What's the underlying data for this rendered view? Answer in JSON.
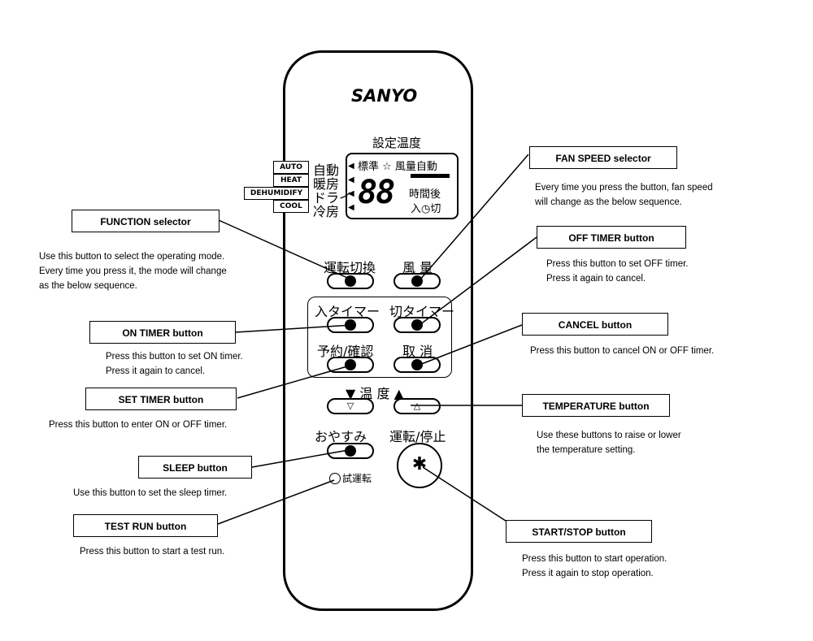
{
  "remote": {
    "brand": "SANYO",
    "lcd": {
      "title": "設定温度",
      "fan_row": "標準 ☆ 風量自動",
      "digits": "88",
      "hours": "時間後",
      "timer_icons": "入◷切",
      "modes_jp": [
        "自動",
        "暖房",
        "ドライ",
        "冷房"
      ]
    },
    "mode_labels": [
      "AUTO",
      "HEAT",
      "DEHUMIDIFY",
      "COOL"
    ],
    "buttons": {
      "function_jp": "運転切換",
      "fan_jp": "風 量",
      "on_timer_jp": "入タイマー",
      "off_timer_jp": "切タイマー",
      "set_timer_jp": "予約/確認",
      "cancel_jp": "取 消",
      "temperature_jp": "▼ 温 度 ▲",
      "sleep_jp": "おやすみ",
      "start_stop_jp": "運転/停止",
      "test_run_jp": "試運転"
    }
  },
  "callouts": {
    "function": {
      "label": "FUNCTION selector",
      "desc": [
        "Use this button to select the operating mode.",
        "Every time you press it, the mode will change",
        "as the below sequence."
      ]
    },
    "on_timer": {
      "label": "ON TIMER button",
      "desc": [
        "Press this button to set ON timer.",
        "Press it again to cancel."
      ]
    },
    "set_timer": {
      "label": "SET TIMER button",
      "desc": [
        "Press this button to enter ON or OFF timer."
      ]
    },
    "sleep": {
      "label": "SLEEP button",
      "desc": [
        "Use this button to set the sleep timer."
      ]
    },
    "test_run": {
      "label": "TEST RUN button",
      "desc": [
        "Press this button to start a test run."
      ]
    },
    "fan_speed": {
      "label": "FAN SPEED selector",
      "desc": [
        "Every time you press the button, fan speed",
        "will change as the below sequence."
      ]
    },
    "off_timer": {
      "label": "OFF TIMER button",
      "desc": [
        "Press this button to set OFF timer.",
        "Press it again to cancel."
      ]
    },
    "cancel": {
      "label": "CANCEL button",
      "desc": [
        "Press this button to cancel ON or OFF timer."
      ]
    },
    "temperature": {
      "label": "TEMPERATURE button",
      "desc": [
        "Use these buttons to raise or lower",
        "the temperature setting."
      ]
    },
    "start_stop": {
      "label": "START/STOP button",
      "desc": [
        "Press this button to start operation.",
        "Press it again to stop operation."
      ]
    }
  }
}
